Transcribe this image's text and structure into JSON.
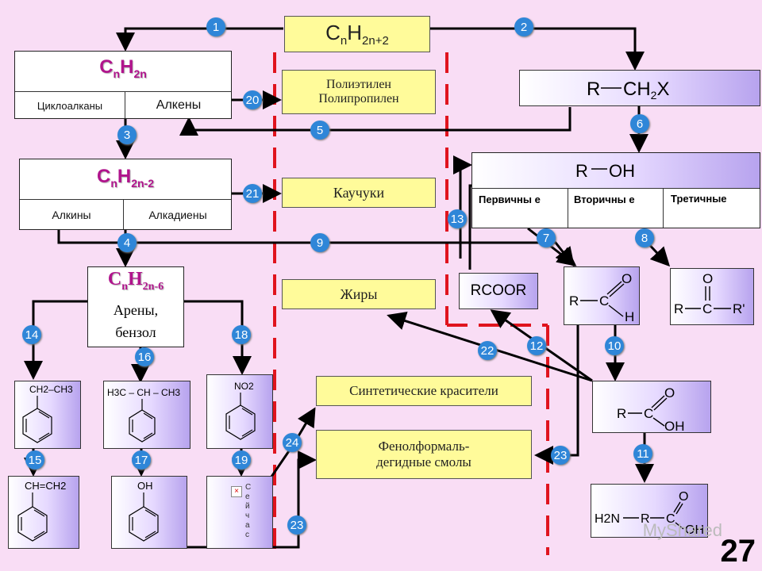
{
  "top_formula": {
    "base": "C",
    "n1": "n",
    "mid": "H",
    "sub": "2n+2"
  },
  "alkenes": {
    "formula": {
      "base": "C",
      "n1": "n",
      "mid": "H",
      "sub": "2n"
    },
    "col1": "Циклоалканы",
    "col2": "Алкены"
  },
  "alkynes": {
    "formula": {
      "base": "C",
      "n1": "n",
      "mid": "H",
      "sub": "2n-2"
    },
    "col1": "Алкины",
    "col2": "Алкадиены"
  },
  "arenes": {
    "formula": {
      "base": "C",
      "n1": "n",
      "mid": "H",
      "sub": "2n-6"
    },
    "line1": "Арены,",
    "line2": "бензол"
  },
  "haloalkane": {
    "r": "R",
    "group": "CH",
    "sub": "2",
    "x": "X"
  },
  "alcohols": {
    "r": "R",
    "oh": "OH",
    "col1": "Первичны е",
    "col2": "Вторичны е",
    "col3": "Третичные"
  },
  "products": {
    "polymers_line1": "Полиэтилен",
    "polymers_line2": "Полипропилен",
    "rubbers": "Каучуки",
    "fats": "Жиры",
    "dyes": "Синтетические красители",
    "resins_line1": "Фенолформаль-",
    "resins_line2": "дегидные смолы"
  },
  "ester": "RCOOR",
  "aldehyde": {
    "o": "O",
    "r": "R",
    "c": "C",
    "h": "H"
  },
  "ketone": {
    "o": "O",
    "r": "R",
    "c": "C",
    "r2": "R'"
  },
  "acid": {
    "o": "O",
    "r": "R",
    "c": "C",
    "oh": "OH"
  },
  "aminoacid": {
    "h2n": "H2N",
    "r": "R",
    "c": "C",
    "o": "O",
    "oh": "OH"
  },
  "aromatics": {
    "ethylbenzene": "CH2–CH3",
    "cumene": "H3C – CH – CH3",
    "nitrobenzene": "NO2",
    "styrene": "CH=CH2",
    "phenol": "OH",
    "loading": "Сейчас"
  },
  "badges": [
    "1",
    "2",
    "3",
    "4",
    "5",
    "6",
    "7",
    "8",
    "9",
    "10",
    "11",
    "12",
    "13",
    "14",
    "15",
    "16",
    "17",
    "18",
    "19",
    "20",
    "21",
    "22",
    "23",
    "23",
    "24"
  ],
  "slide_number": "27",
  "watermark": "MyShared",
  "colors": {
    "badge": "#2f86d8",
    "dash": "#e0141e",
    "background": "#f9ddf5",
    "header": "#b0148c",
    "yellow": "#fffb9a"
  }
}
